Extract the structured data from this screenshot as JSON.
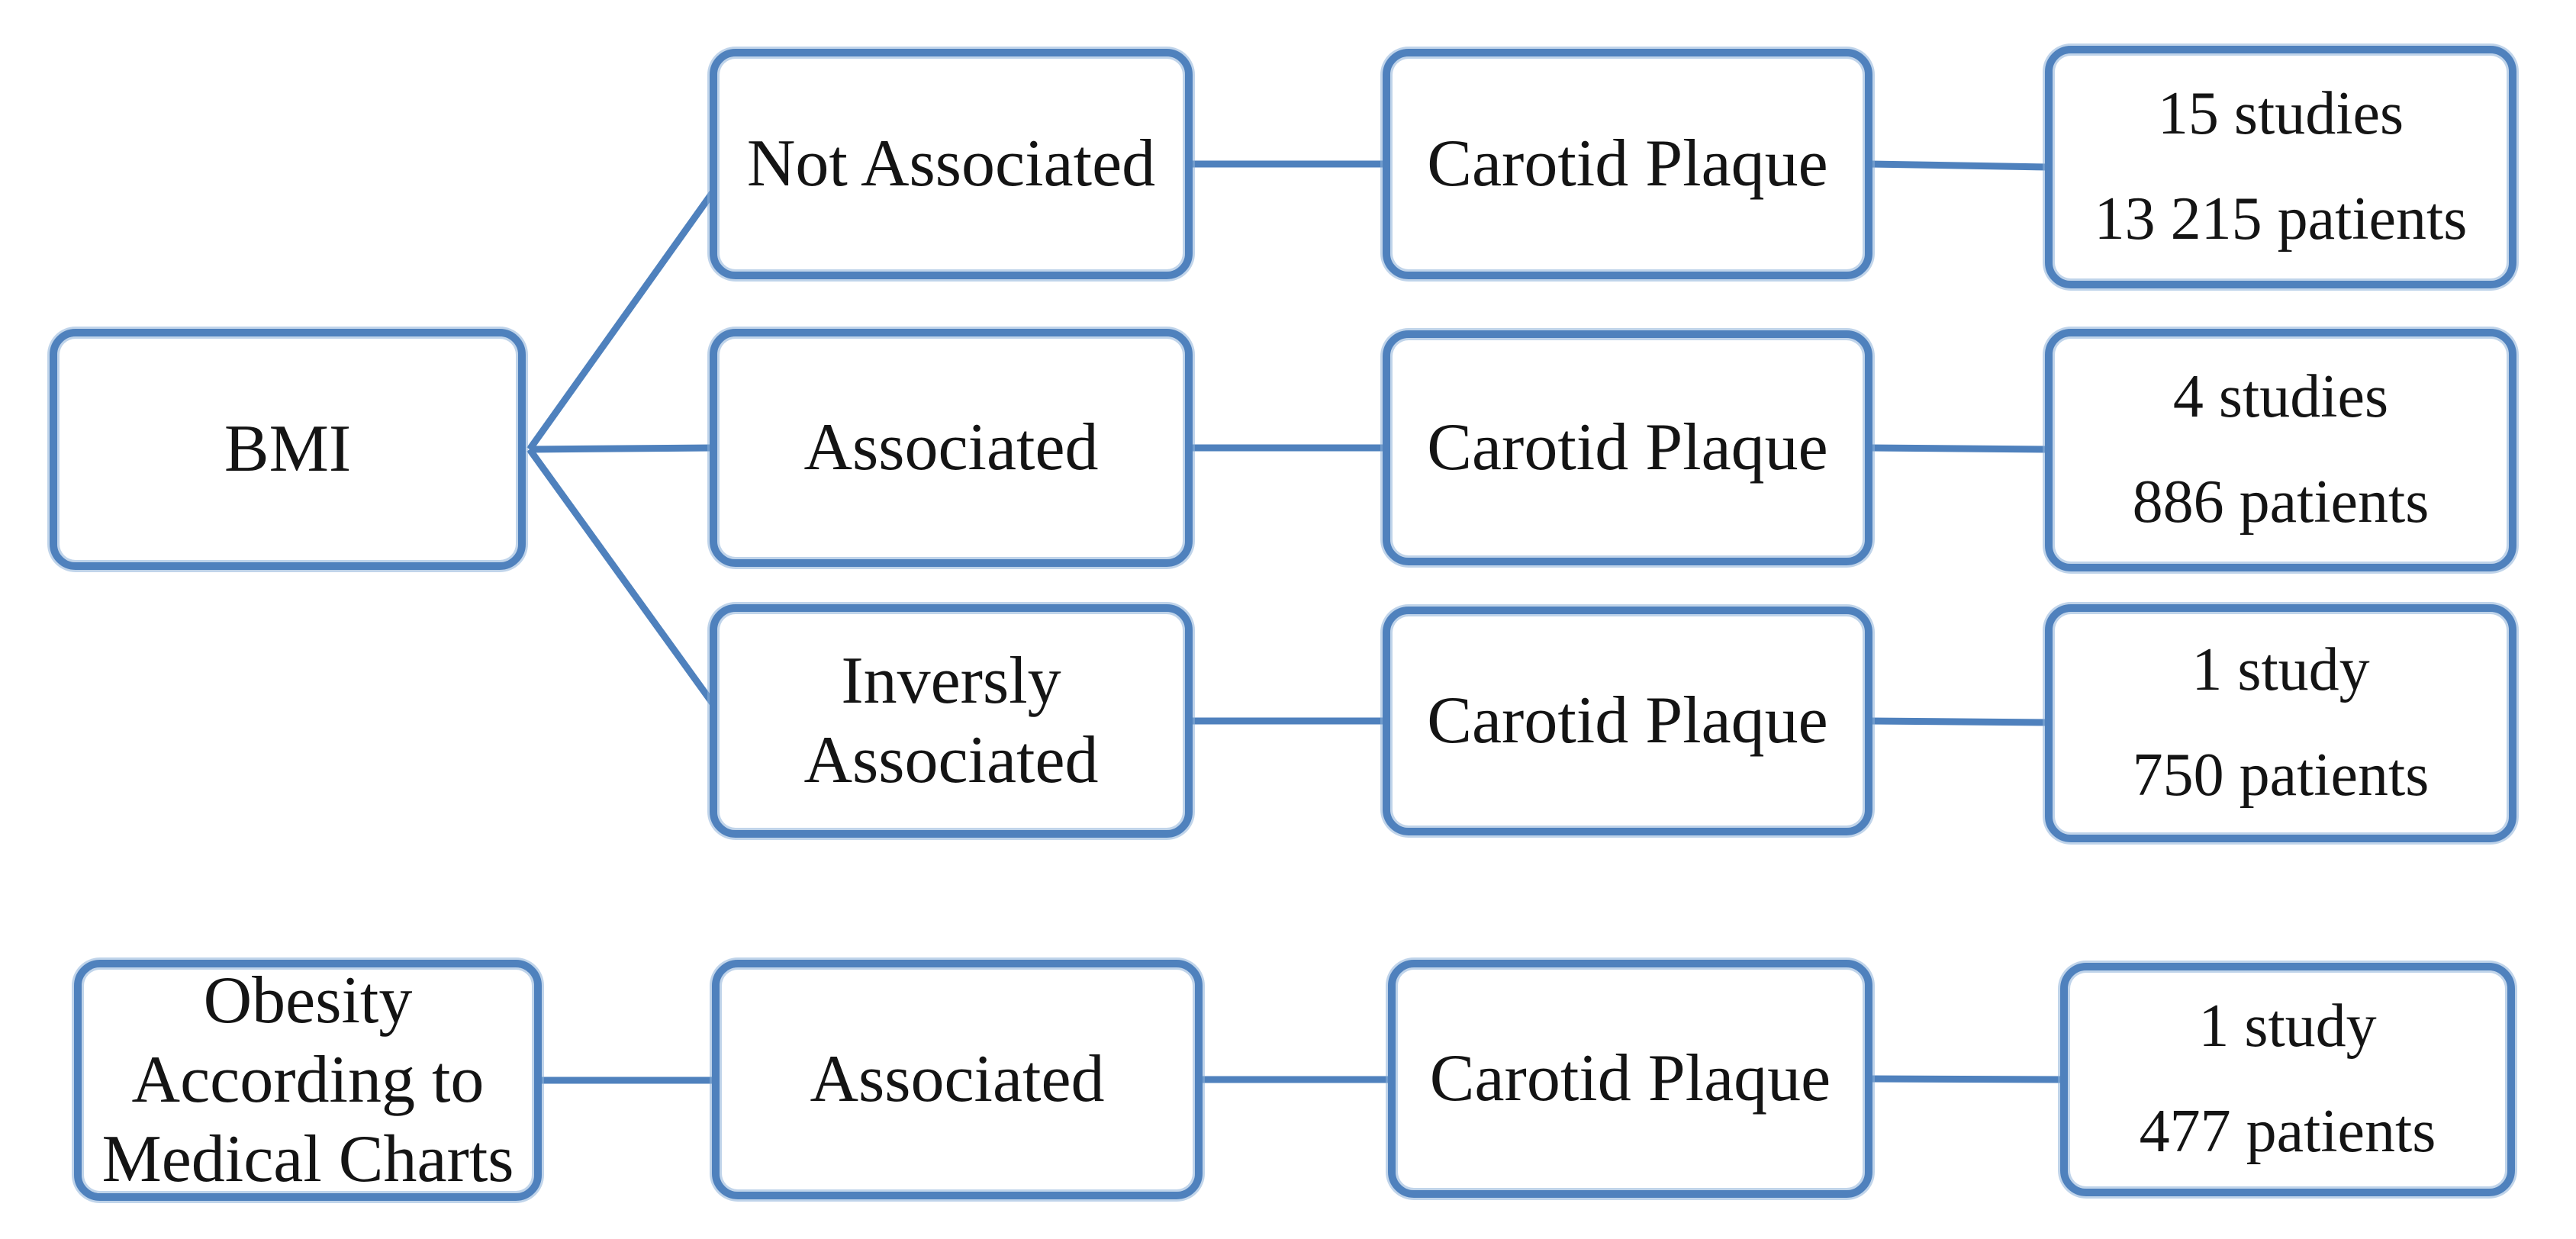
{
  "diagram": {
    "description": "Flow diagram of obesity measures and their association with carotid plaque",
    "colors": {
      "box_border": "#4f81bd",
      "connector": "#4f81bd",
      "text": "#141414",
      "background": "#ffffff"
    },
    "groups": [
      {
        "source": {
          "label": "BMI"
        },
        "branches": [
          {
            "association": "Not Associated",
            "outcome": "Carotid Plaque",
            "result": "15 studies\n13 215 patients"
          },
          {
            "association": "Associated",
            "outcome": "Carotid Plaque",
            "result": "4 studies\n886 patients"
          },
          {
            "association": "Inversly\nAssociated",
            "outcome": "Carotid Plaque",
            "result": "1 study\n750 patients"
          }
        ]
      },
      {
        "source": {
          "label": "Obesity\nAccording to\nMedical Charts"
        },
        "branches": [
          {
            "association": "Associated",
            "outcome": "Carotid Plaque",
            "result": "1 study\n477 patients"
          }
        ]
      }
    ]
  }
}
